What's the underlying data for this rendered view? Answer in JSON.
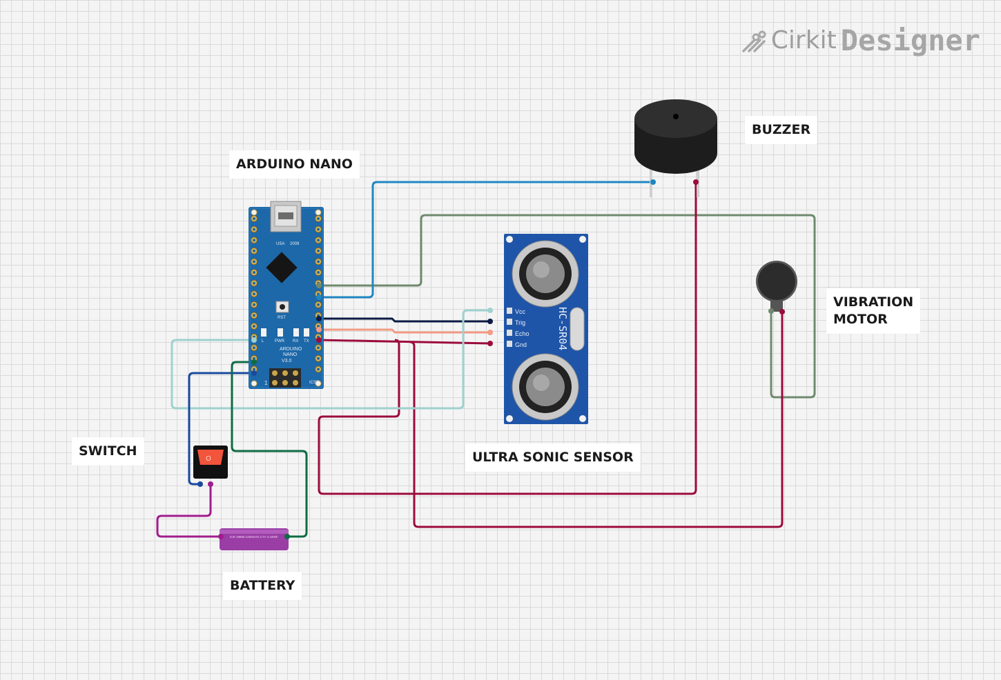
{
  "brand": {
    "name": "Cirkit",
    "product": "Designer",
    "icon": "cirkit-logo-icon"
  },
  "labels": {
    "arduino": "ARDUINO NANO",
    "buzzer": "BUZZER",
    "vibration_motor_line1": "VIBRATION",
    "vibration_motor_line2": "MOTOR",
    "ultrasonic": "ULTRA SONIC SENSOR",
    "switch": "SWITCH",
    "battery": "BATTERY"
  },
  "sensor": {
    "model": "HC-SR04",
    "pins": [
      "Vcc",
      "Trig",
      "Echo",
      "Gnd"
    ]
  },
  "nano_silkscreen": {
    "board": "ARDUINO",
    "name": "NANO",
    "version": "V3.0",
    "usa": "USA",
    "year": "2009",
    "rst": "RST",
    "leds": [
      "L",
      "PWR",
      "RX",
      "TX"
    ],
    "icsp": "ICSP",
    "pin_one": "1"
  },
  "battery_text": "ICR 18650 1200mAh 3.7V 4.44Wh",
  "switch_mark": "O",
  "wire_colors": {
    "nano_d5_to_motor": "#6e8a6e",
    "nano_d4_to_buzzer": "#1f86c2",
    "nano_d3_to_trig": "#0d1b45",
    "nano_d2_to_echo": "#f29a84",
    "gnd_net": "#9c0b3c",
    "vcc_5v": "#9fd1cf",
    "vin_switch": "#1a4a9e",
    "gnd_battery": "#0e6b45",
    "switch_battery": "#a01c8e"
  }
}
